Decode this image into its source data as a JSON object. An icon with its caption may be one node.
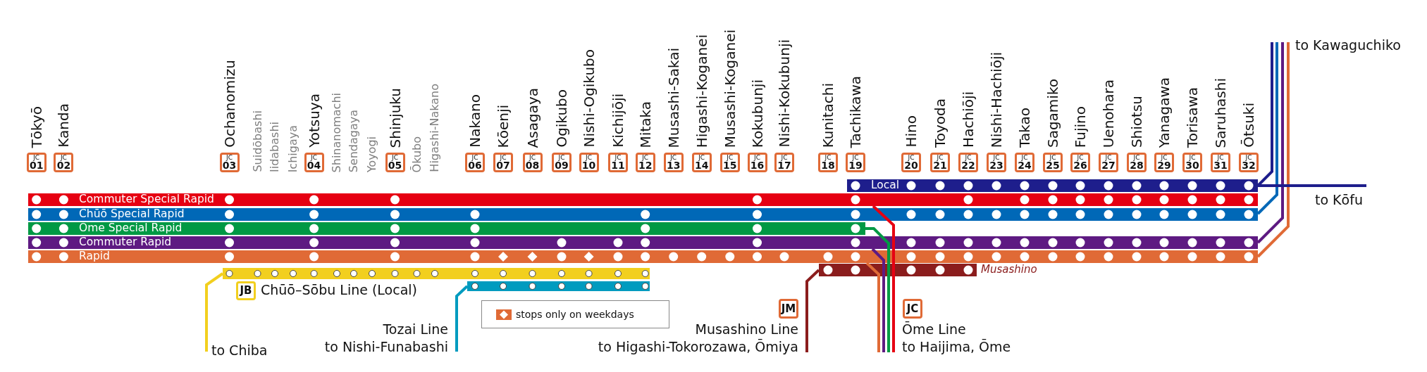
{
  "diagram": {
    "nodes": [
      {
        "text": [
          "Local"
        ]
      },
      {
        "text": [
          "Commuter Special Rapid"
        ]
      },
      {
        "text": [
          "Chūō Special Rapid"
        ]
      },
      {
        "text": [
          "Ōme Special Rapid"
        ]
      },
      {
        "text": [
          "Commuter Rapid"
        ]
      },
      {
        "text": [
          "Rapid"
        ]
      },
      {
        "text": [],
        "shape": "bar",
        "beside": [
          "JB",
          "Chūō–Sōbu Line (Local)"
        ]
      },
      {
        "text": [],
        "shape": "bar"
      },
      {
        "text": [],
        "shape": "bar",
        "beside": [
          "Musashino"
        ]
      },
      {
        "text": [
          "to Chiba"
        ]
      },
      {
        "text": [
          "Tozai Line",
          "to Nishi-Funabashi"
        ]
      },
      {
        "text": [
          "Musashino Line",
          "to Higashi-Tokorozawa, Ōmiya"
        ]
      },
      {
        "text": [
          "Ōme Line",
          "to Haijima, Ōme"
        ]
      },
      {
        "text": [
          "to Kawaguchiko"
        ]
      },
      {
        "text": [
          "to Kōfu"
        ]
      }
    ],
    "edges": [
      {
        "from": 6,
        "to": 9,
        "arrow": "none",
        "color": "#f2cf1e"
      },
      {
        "from": 7,
        "to": 10,
        "arrow": "none",
        "color": "#009bbf"
      },
      {
        "from": 8,
        "to": 11,
        "arrow": "none",
        "color": "#8b1d1d"
      },
      {
        "from": 1,
        "to": 12,
        "arrow": "none",
        "color": "#e60012"
      },
      {
        "from": 3,
        "to": 12,
        "arrow": "none",
        "color": "#009944"
      },
      {
        "from": 4,
        "to": 12,
        "arrow": "none",
        "color": "#5e1a82"
      },
      {
        "from": 5,
        "to": 12,
        "arrow": "none",
        "color": "#e06a36"
      },
      {
        "from": 0,
        "to": 13,
        "arrow": "none",
        "color": "#1e1e8c"
      },
      {
        "from": 2,
        "to": 13,
        "arrow": "none",
        "color": "#0068b7"
      },
      {
        "from": 4,
        "to": 13,
        "arrow": "none",
        "color": "#5e1a82"
      },
      {
        "from": 5,
        "to": 13,
        "arrow": "none",
        "color": "#e06a36"
      },
      {
        "from": 0,
        "to": 14,
        "arrow": "none",
        "color": "#1e1e8c"
      }
    ],
    "labels": [
      "Tōkyō",
      "JC",
      "01",
      "Kanda",
      "JC",
      "02",
      "Ochanomizu",
      "JC",
      "03",
      "Suidōbashi",
      "Iidabashi",
      "Ichigaya",
      "Yotsuya",
      "JC",
      "04",
      "Shinanomachi",
      "Sendagaya",
      "Yoyogi",
      "Shinjuku",
      "JC",
      "05",
      "Ōkubo",
      "Higashi-Nakano",
      "Nakano",
      "JC",
      "06",
      "Kōenji",
      "JC",
      "07",
      "Asagaya",
      "JC",
      "08",
      "Ogikubo",
      "JC",
      "09",
      "Nishi-Ogikubo",
      "JC",
      "10",
      "Kichijōji",
      "JC",
      "11",
      "Mitaka",
      "JC",
      "12",
      "Musashi-Sakai",
      "JC",
      "13",
      "Higashi-Koganei",
      "JC",
      "14",
      "Musashi-Koganei",
      "JC",
      "15",
      "Kokubunji",
      "JC",
      "16",
      "Nishi-Kokubunji",
      "JC",
      "17",
      "Kunitachi",
      "JC",
      "18",
      "Tachikawa",
      "JC",
      "19",
      "Hino",
      "JC",
      "20",
      "Toyoda",
      "JC",
      "21",
      "Hachiōji",
      "JC",
      "22",
      "Nishi-Hachiōji",
      "JC",
      "23",
      "Takao",
      "JC",
      "24",
      "Sagamiko",
      "JC",
      "25",
      "Fujino",
      "JC",
      "26",
      "Uenohara",
      "JC",
      "27",
      "Shiotsu",
      "JC",
      "28",
      "Yanagawa",
      "JC",
      "29",
      "Torisawa",
      "JC",
      "30",
      "Saruhashi",
      "JC",
      "31",
      "Ōtsuki",
      "JC",
      "32",
      "JM",
      "JC"
    ],
    "legend": [
      {
        "text": "stops only on weekdays"
      }
    ]
  }
}
